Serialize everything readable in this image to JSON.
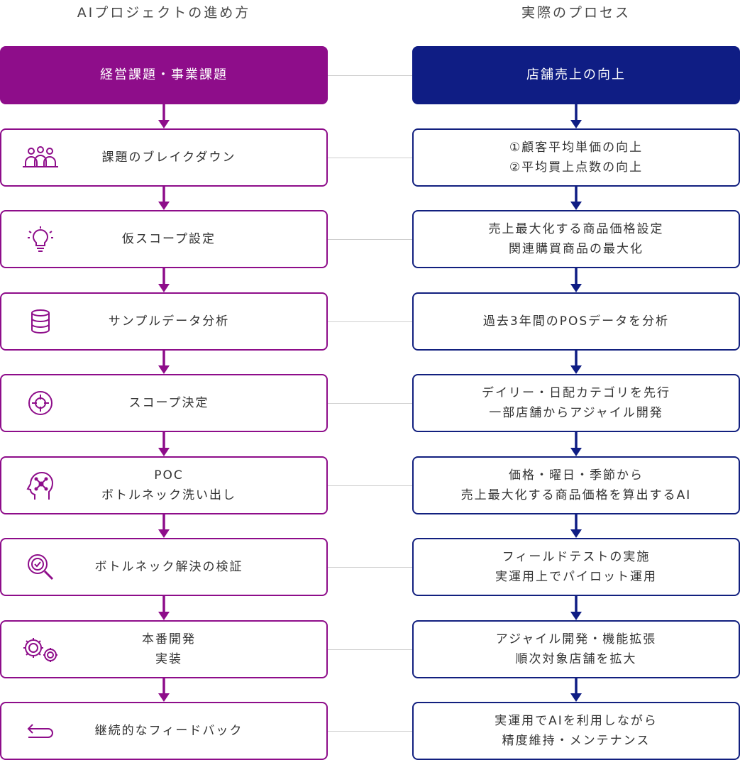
{
  "titles": {
    "left": "AIプロジェクトの進め方",
    "right": "実際のプロセス"
  },
  "colors": {
    "left_accent": "#8e0d8a",
    "right_accent": "#0f1d84",
    "connector": "#cfcfcf"
  },
  "steps": [
    {
      "left": "経営課題・事業課題",
      "left_icon": "",
      "right": "店舗売上の向上"
    },
    {
      "left": "課題のブレイクダウン",
      "left_icon": "team-icon",
      "right": "①顧客平均単価の向上\n②平均買上点数の向上"
    },
    {
      "left": "仮スコープ設定",
      "left_icon": "lightbulb-icon",
      "right": "売上最大化する商品価格設定\n関連購買商品の最大化"
    },
    {
      "left": "サンプルデータ分析",
      "left_icon": "database-icon",
      "right": "過去3年間のPOSデータを分析"
    },
    {
      "left": "スコープ決定",
      "left_icon": "target-icon",
      "right": "デイリー・日配カテゴリを先行\n一部店舗からアジャイル開発"
    },
    {
      "left": "POC\nボトルネック洗い出し",
      "left_icon": "ai-head-icon",
      "right": "価格・曜日・季節から\n売上最大化する商品価格を算出するAI"
    },
    {
      "left": "ボトルネック解決の検証",
      "left_icon": "magnifier-check-icon",
      "right": "フィールドテストの実施\n実運用上でパイロット運用"
    },
    {
      "left": "本番開発\n実装",
      "left_icon": "gears-icon",
      "right": "アジャイル開発・機能拡張\n順次対象店舗を拡大"
    },
    {
      "left": "継続的なフィードバック",
      "left_icon": "return-arrow-icon",
      "right": "実運用でAIを利用しながら\n精度維持・メンテナンス"
    }
  ]
}
